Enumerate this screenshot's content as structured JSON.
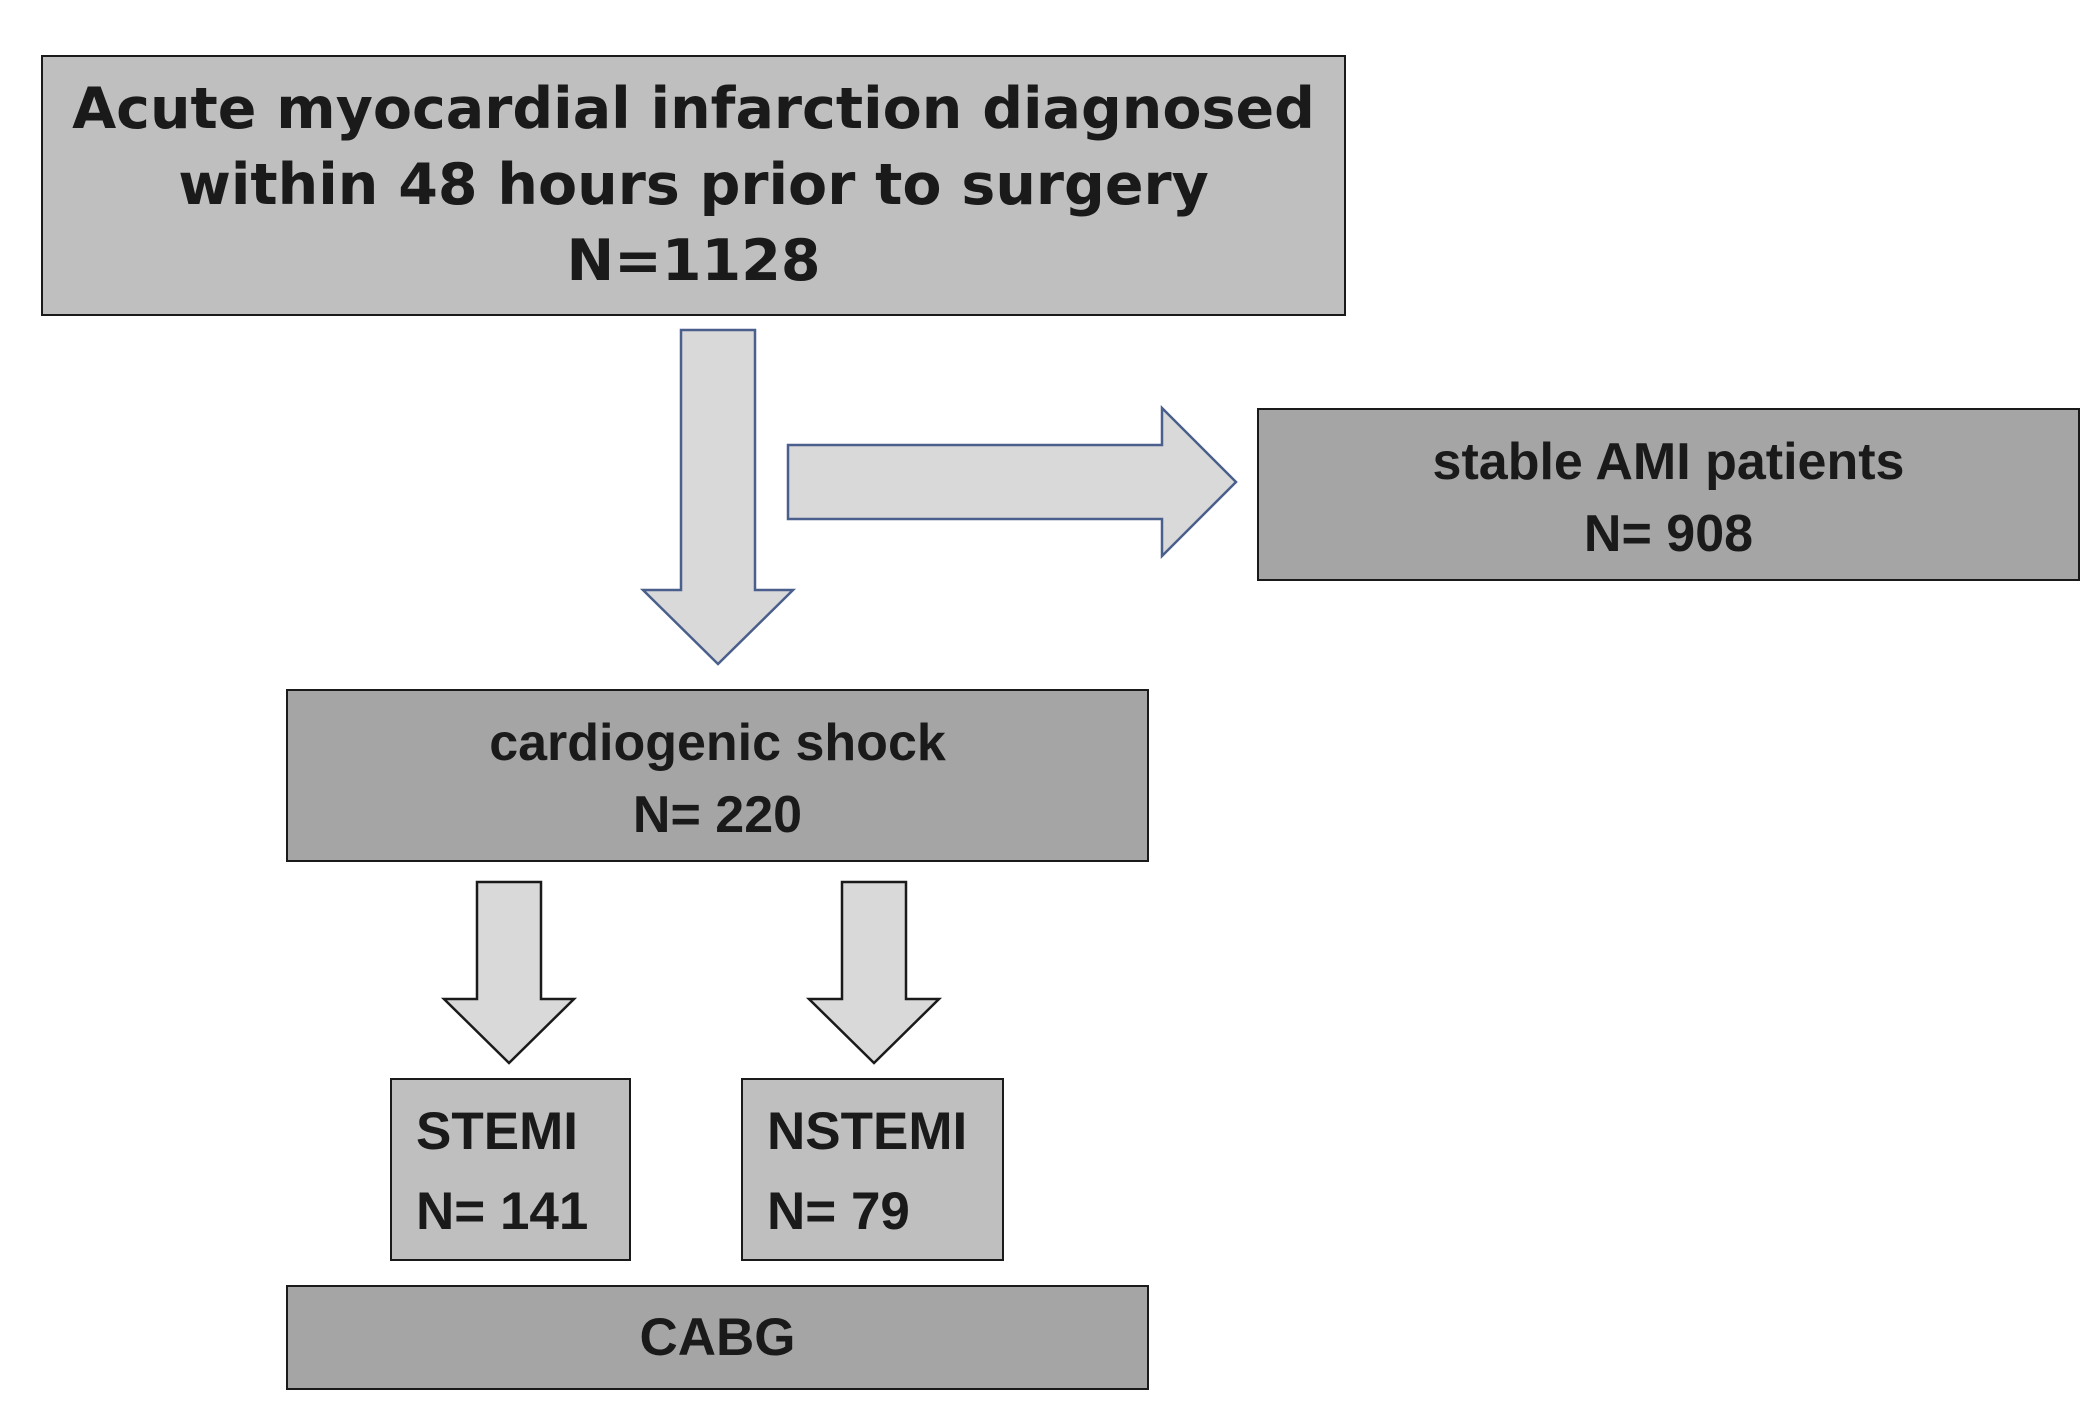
{
  "boxes": {
    "top": {
      "line1": "Acute myocardial infarction diagnosed",
      "line2": "within 48 hours prior to surgery",
      "count": "N=1128"
    },
    "stable": {
      "label": "stable AMI patients",
      "count": "N= 908"
    },
    "shock": {
      "label": "cardiogenic shock",
      "count": "N= 220"
    },
    "stemi": {
      "label": "STEMI",
      "count": "N= 141"
    },
    "nstemi": {
      "label": "NSTEMI",
      "count": "N= 79"
    },
    "cabg": {
      "label": "CABG"
    }
  },
  "colors": {
    "light_box": "#bfbfbf",
    "dark_box": "#a5a5a5",
    "arrow_fill": "#d9d9d9",
    "blue_arrow_stroke": "#4a5f8c",
    "black_arrow_stroke": "#1a1a1a"
  }
}
